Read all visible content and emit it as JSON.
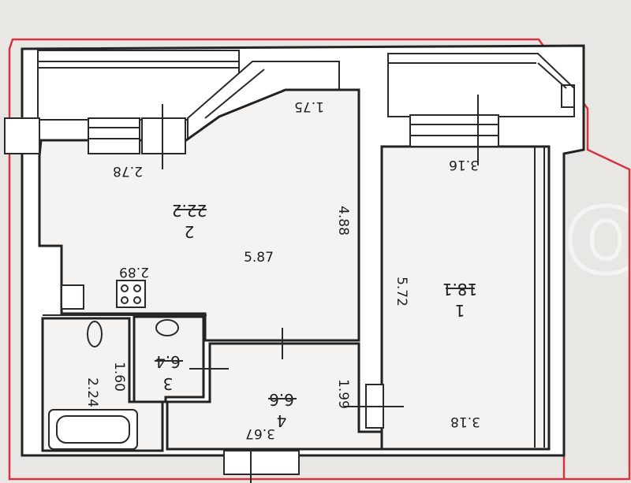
{
  "colors": {
    "background": "#e9e7e3",
    "red_outline": "#d4333f",
    "walls": "#222222"
  },
  "watermark": {
    "text": "Avito"
  },
  "rooms": {
    "kitchen_living": {
      "number": "2",
      "area": "22.2"
    },
    "bedroom": {
      "number": "1",
      "area": "18.1"
    },
    "bathroom": {
      "number": "3",
      "area": "6.4"
    },
    "hallway": {
      "number": "4",
      "area": "6.6"
    }
  },
  "dimensions": {
    "d_1_75": "1.75",
    "d_2_78": "2.78",
    "d_4_88": "4.88",
    "d_5_87": "5.87",
    "d_2_89": "2.89",
    "d_3_16": "3.16",
    "d_5_72": "5.72",
    "d_1_60": "1.60",
    "d_2_24": "2.24",
    "d_1_99": "1.99",
    "d_3_18": "3.18",
    "d_3_67": "3.67"
  },
  "icons": [
    "stove-icon",
    "toilet-icon",
    "sink-icon",
    "bathtub-icon",
    "washbasin-icon"
  ]
}
